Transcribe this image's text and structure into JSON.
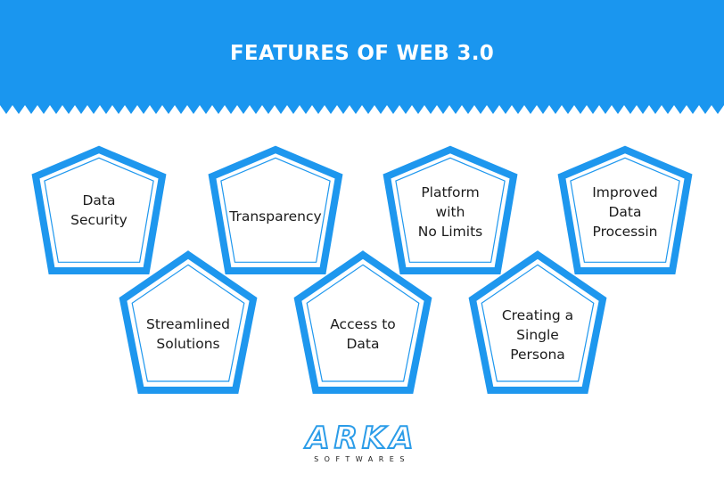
{
  "title": "FEATURES OF WEB 3.0",
  "colors": {
    "banner": "#1a96ef",
    "pentagon_outer": "#1e97ee",
    "pentagon_inner_line": "#1e97ee",
    "text": "#1b1b1b",
    "logo_blue": "#2b9ce8"
  },
  "features": [
    {
      "label": "Data\nSecurity"
    },
    {
      "label": "Transparency"
    },
    {
      "label": "Platform\nwith\nNo Limits"
    },
    {
      "label": "Improved\nData\nProcessin"
    },
    {
      "label": "Streamlined\nSolutions"
    },
    {
      "label": "Access to\nData"
    },
    {
      "label": "Creating a\nSingle\nPersona"
    }
  ],
  "logo": {
    "word": "ARKA",
    "sub": "SOFTWARES"
  }
}
